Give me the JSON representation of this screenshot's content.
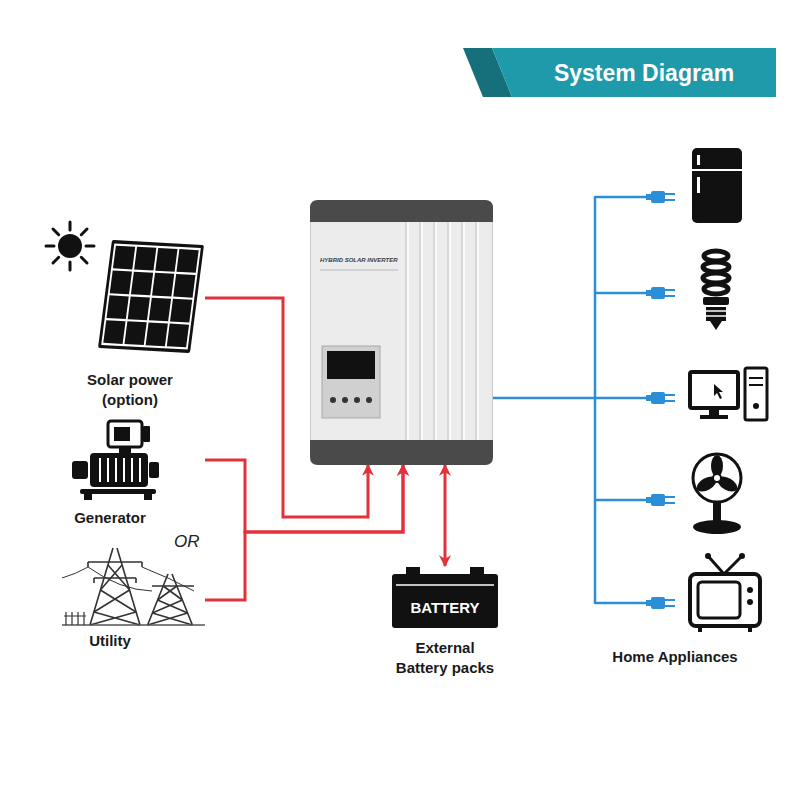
{
  "diagram": {
    "title": "System Diagram",
    "nodes": [
      {
        "text": [
          "Solar power (option)"
        ]
      },
      {
        "text": [
          "Generator"
        ]
      },
      {
        "text": [
          "Utility"
        ]
      },
      {
        "text": [
          "HYBRID SOLAR INVERTER"
        ]
      },
      {
        "text": [
          "BATTERY",
          "External Battery packs"
        ]
      },
      {
        "text": [
          "Home Appliances"
        ]
      }
    ],
    "edges": [
      {
        "from": 0,
        "to": 3,
        "arrow": "to"
      },
      {
        "from": 1,
        "to": 3,
        "arrow": "to"
      },
      {
        "from": 2,
        "to": 3,
        "arrow": "to"
      },
      {
        "from": 3,
        "to": 4,
        "arrow": "both"
      },
      {
        "from": 3,
        "to": 5,
        "arrow": "none"
      }
    ],
    "labels": [
      "OR"
    ]
  }
}
